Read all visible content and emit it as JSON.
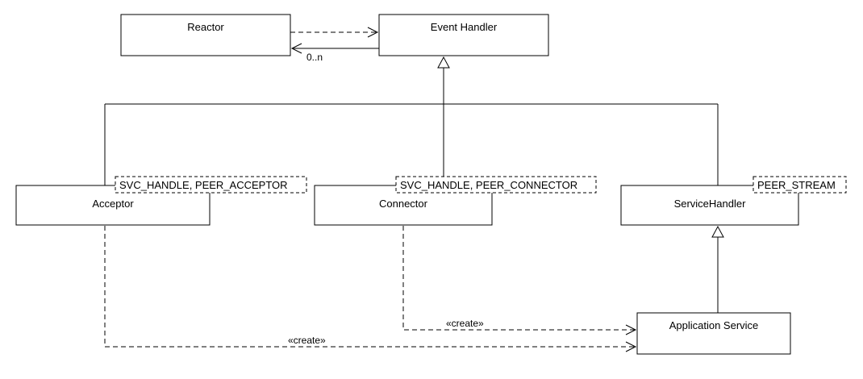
{
  "classes": {
    "reactor": "Reactor",
    "event_handler": "Event Handler",
    "acceptor": "Acceptor",
    "connector": "Connector",
    "service_handler": "ServiceHandler",
    "application_service": "Application Service"
  },
  "template_params": {
    "acceptor": "SVC_HANDLE, PEER_ACCEPTOR",
    "connector": "SVC_HANDLE, PEER_CONNECTOR",
    "service_handler": "PEER_STREAM"
  },
  "relations": {
    "reactor_multiplicity": "0..n",
    "connector_create": "«create»",
    "acceptor_create": "«create»"
  }
}
